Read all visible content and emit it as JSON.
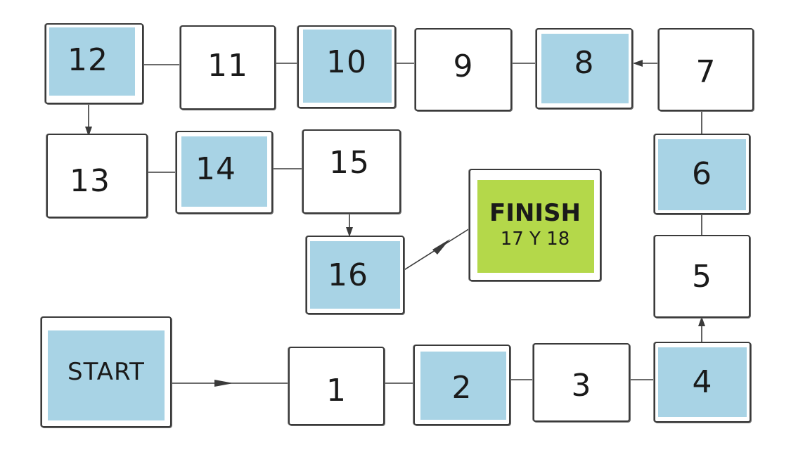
{
  "board": {
    "start_label": "START",
    "finish_label": "FINISH",
    "finish_sub": "17 Y 18",
    "tiles": [
      {
        "label": "1"
      },
      {
        "label": "2"
      },
      {
        "label": "3"
      },
      {
        "label": "4"
      },
      {
        "label": "5"
      },
      {
        "label": "6"
      },
      {
        "label": "7"
      },
      {
        "label": "8"
      },
      {
        "label": "9"
      },
      {
        "label": "10"
      },
      {
        "label": "11"
      },
      {
        "label": "12"
      },
      {
        "label": "13"
      },
      {
        "label": "14"
      },
      {
        "label": "15"
      },
      {
        "label": "16"
      }
    ]
  },
  "colors": {
    "blue_square": "#a8d3e5",
    "finish_green": "#b4d84a",
    "line": "#3a3a3a"
  }
}
